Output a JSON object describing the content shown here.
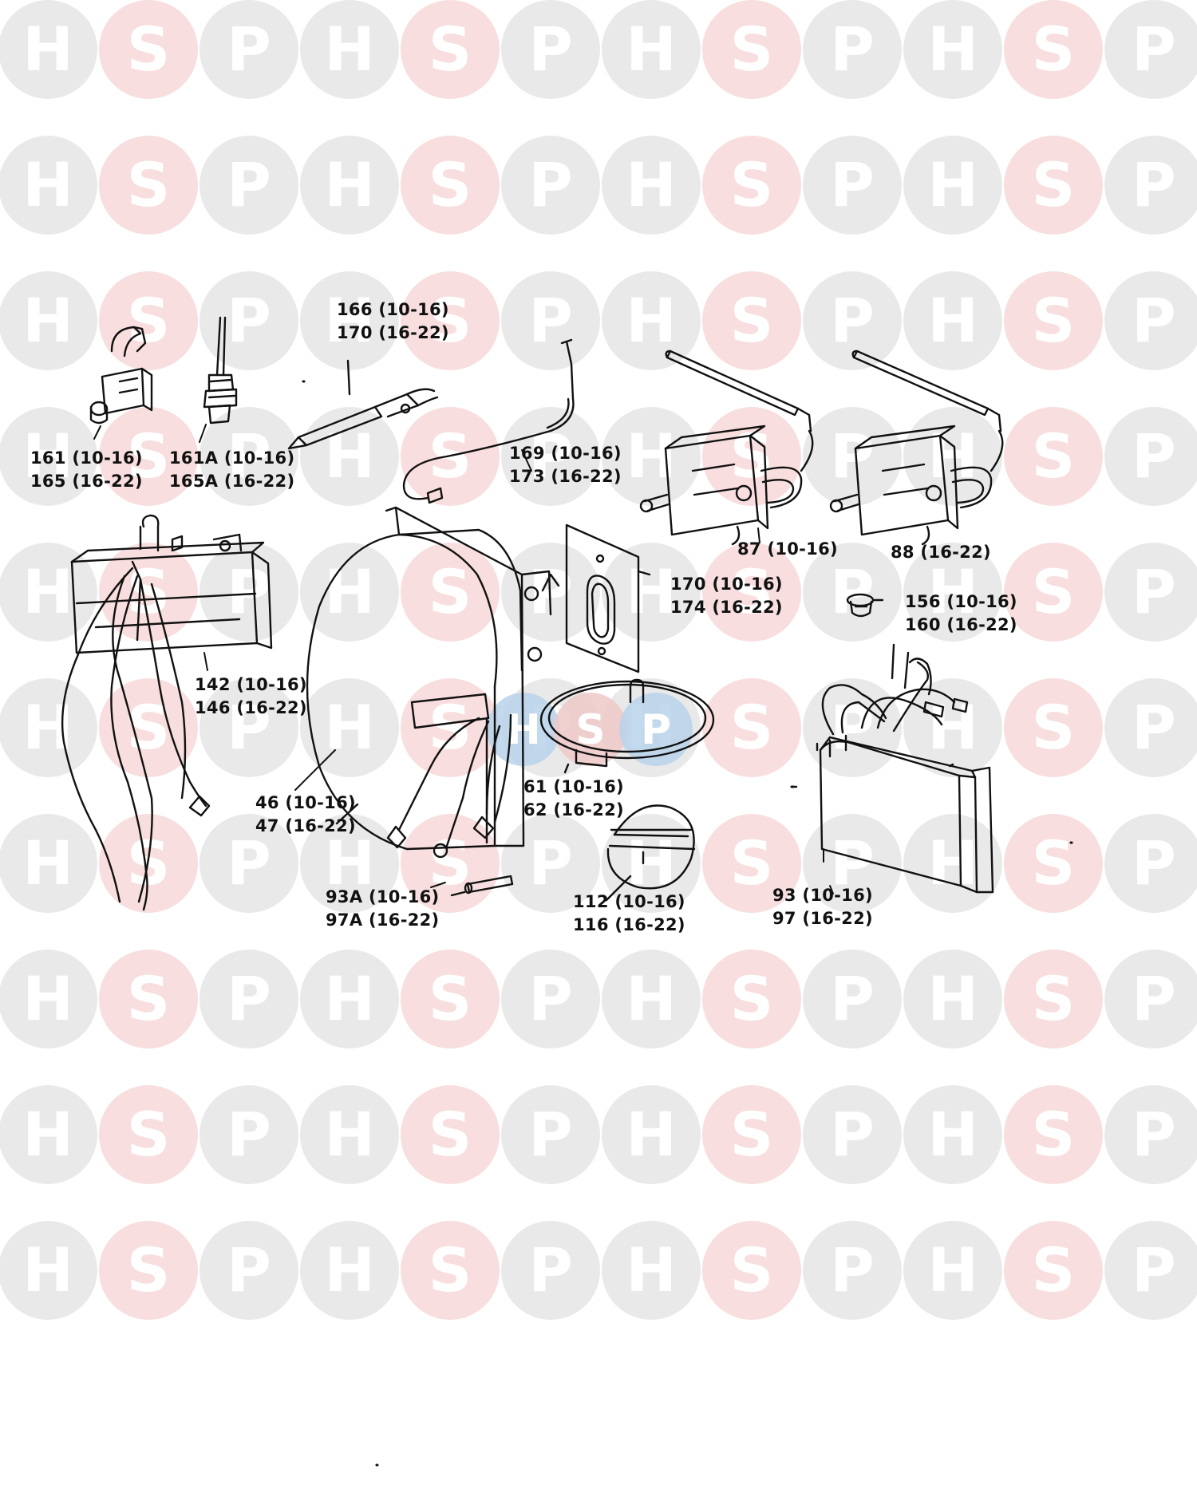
{
  "watermark": {
    "letters": [
      "H",
      "S",
      "P"
    ],
    "colors": {
      "h_p_circle": "#e9e9e9",
      "s_circle": "#f8dede",
      "h_p_text": "#ffffff",
      "s_text": "#ffffff"
    },
    "center_badge": {
      "letters": [
        "H",
        "S",
        "P"
      ],
      "colors": [
        "#b8d2ea",
        "#eec8c8",
        "#b8d2ea"
      ]
    }
  },
  "parts": [
    {
      "id": "p161",
      "lines": [
        "161 (10-16)",
        "165 (16-22)"
      ]
    },
    {
      "id": "p161a",
      "lines": [
        "161A (10-16)",
        "165A (16-22)"
      ]
    },
    {
      "id": "p166",
      "lines": [
        "166 (10-16)",
        "170 (16-22)"
      ]
    },
    {
      "id": "p169",
      "lines": [
        "169 (10-16)",
        "173 (16-22)"
      ]
    },
    {
      "id": "p87",
      "lines": [
        "87 (10-16)"
      ]
    },
    {
      "id": "p88",
      "lines": [
        "88 (16-22)"
      ]
    },
    {
      "id": "p170",
      "lines": [
        "170 (10-16)",
        "174 (16-22)"
      ]
    },
    {
      "id": "p156",
      "lines": [
        "156 (10-16)",
        "160 (16-22)"
      ]
    },
    {
      "id": "p142",
      "lines": [
        "142 (10-16)",
        "146 (16-22)"
      ]
    },
    {
      "id": "p46",
      "lines": [
        "46 (10-16)",
        "47 (16-22)"
      ]
    },
    {
      "id": "p61",
      "lines": [
        "61 (10-16)",
        "62 (16-22)"
      ]
    },
    {
      "id": "p93a",
      "lines": [
        "93A (10-16)",
        "97A (16-22)"
      ]
    },
    {
      "id": "p112",
      "lines": [
        "112 (10-16)",
        "116 (16-22)"
      ]
    },
    {
      "id": "p93",
      "lines": [
        "93 (10-16)",
        "97 (16-22)"
      ]
    }
  ]
}
